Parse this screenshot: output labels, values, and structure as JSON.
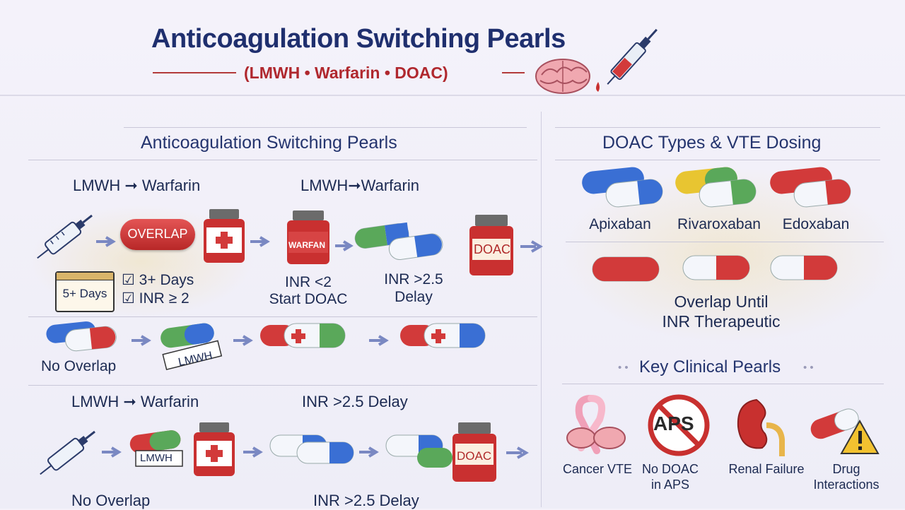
{
  "header": {
    "title": "Anticoagulation Switching Pearls",
    "subtitle": "(LMWH • Warfarin • DOAC)"
  },
  "left": {
    "heading": "Anticoagulation Switching Pearls",
    "row1": {
      "label_a": "LMWH ➞ Warfarin",
      "label_b": "LMWH➞Warfarin",
      "overlap_pill": "OVERLAP",
      "calendar_text": "5+ Days",
      "check_1": "☑ 3+ Days",
      "check_2": "☑ INR ≥ 2",
      "warfarin_bottle": "WARFAN",
      "inr_lt2_line1": "INR <2",
      "inr_lt2_line2": "Start DOAC",
      "inr_gt_line1": "INR >2.5",
      "inr_gt_line2": "Delay",
      "doac_bottle": "DOAC"
    },
    "row2": {
      "no_overlap": "No Overlap",
      "lmwh_wrap": "LMWH"
    },
    "row3": {
      "label_a": "LMWH ➞ Warfarin",
      "label_b": "INR >2.5 Delay",
      "lmwh_wrap": "LMWH",
      "doac_bottle": "DOAC",
      "caption_a": "No Overlap",
      "caption_b": "INR >2.5 Delay"
    }
  },
  "right": {
    "heading": "DOAC Types & VTE Dosing",
    "doacs": [
      "Apixaban",
      "Rivaroxaban",
      "Edoxaban"
    ],
    "overlap_line1": "Overlap Until",
    "overlap_line2": "INR Therapeutic",
    "pearls_heading": "Key Clinical Pearls",
    "pearls": [
      {
        "line1": "Cancer VTE",
        "line2": ""
      },
      {
        "line1": "No DOAC",
        "line2": "in APS"
      },
      {
        "line1": "Renal Failure",
        "line2": ""
      },
      {
        "line1": "Drug",
        "line2": "Interactions"
      }
    ],
    "aps_badge": "APS"
  },
  "colors": {
    "navy": "#1f2f6e",
    "red": "#c8302f",
    "blue": "#3a6fd4",
    "green": "#5aa85a",
    "yellow": "#e8c531"
  }
}
